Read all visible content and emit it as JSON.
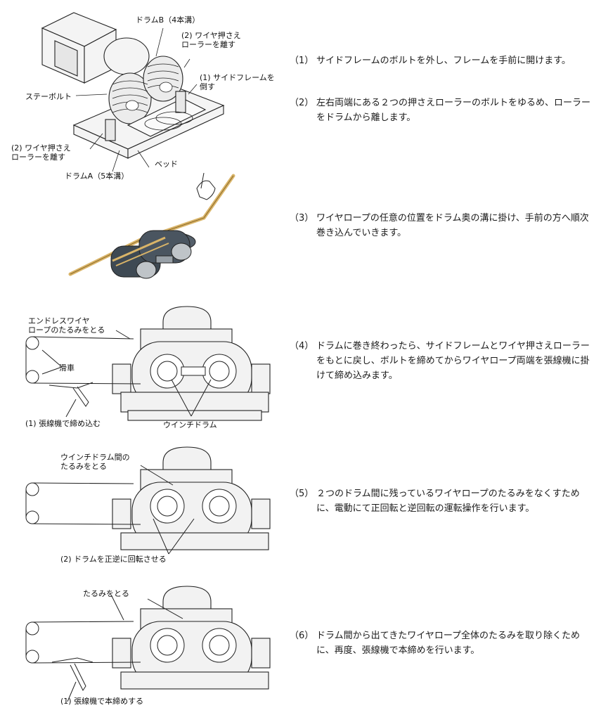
{
  "steps": [
    {
      "num": "（1）",
      "text": "サイドフレームのボルトを外し、フレームを手前に開けます。"
    },
    {
      "num": "（2）",
      "text": "左右両端にある２つの押さえローラーのボルトをゆるめ、ローラーをドラムから離します。"
    },
    {
      "num": "（3）",
      "text": "ワイヤロープの任意の位置をドラム奥の溝に掛け、手前の方へ順次巻き込んでいきます。"
    },
    {
      "num": "（4）",
      "text": "ドラムに巻き終わったら、サイドフレームとワイヤ押さえローラーをもとに戻し、ボルトを締めてからワイヤロープ両端を張線機に掛けて締め込みます。"
    },
    {
      "num": "（5）",
      "text": "２つのドラム間に残っているワイヤロープのたるみをなくすため に、電動にて正回転と逆回転の運転操作を行います。"
    },
    {
      "num": "（6）",
      "text": "ドラム間から出てきたワイヤロープ全体のたるみを取り除くために、再度、張線機で本締めを行います。"
    }
  ],
  "fig1": {
    "drum_b": "ドラムB（4本溝）",
    "roller_release_top": "(2) ワイヤ押さえ\nローラーを離す",
    "side_frame": "(1) サイドフレームを\n倒す",
    "stay_bolt": "ステーボルト",
    "roller_release_bottom": "(2) ワイヤ押さえ\nローラーを離す",
    "bed": "ベッド",
    "drum_a": "ドラムA（5本溝）"
  },
  "fig4": {
    "endless_slack": "エンドレスワイヤ\nロープのたるみをとる",
    "pulley": "滑車",
    "tension_tighten": "(1) 張線機で締め込む",
    "winch_drum": "ウインチドラム"
  },
  "fig5": {
    "between_slack": "ウインチドラム間の\nたるみをとる",
    "rotate": "(2) ドラムを正逆に回転させる"
  },
  "fig6": {
    "take_slack": "たるみをとる",
    "final_tighten": "(1) 張線機で本締めする"
  },
  "colors": {
    "rope": "#d9b468",
    "drum": "#3e4953",
    "line": "#222222"
  }
}
